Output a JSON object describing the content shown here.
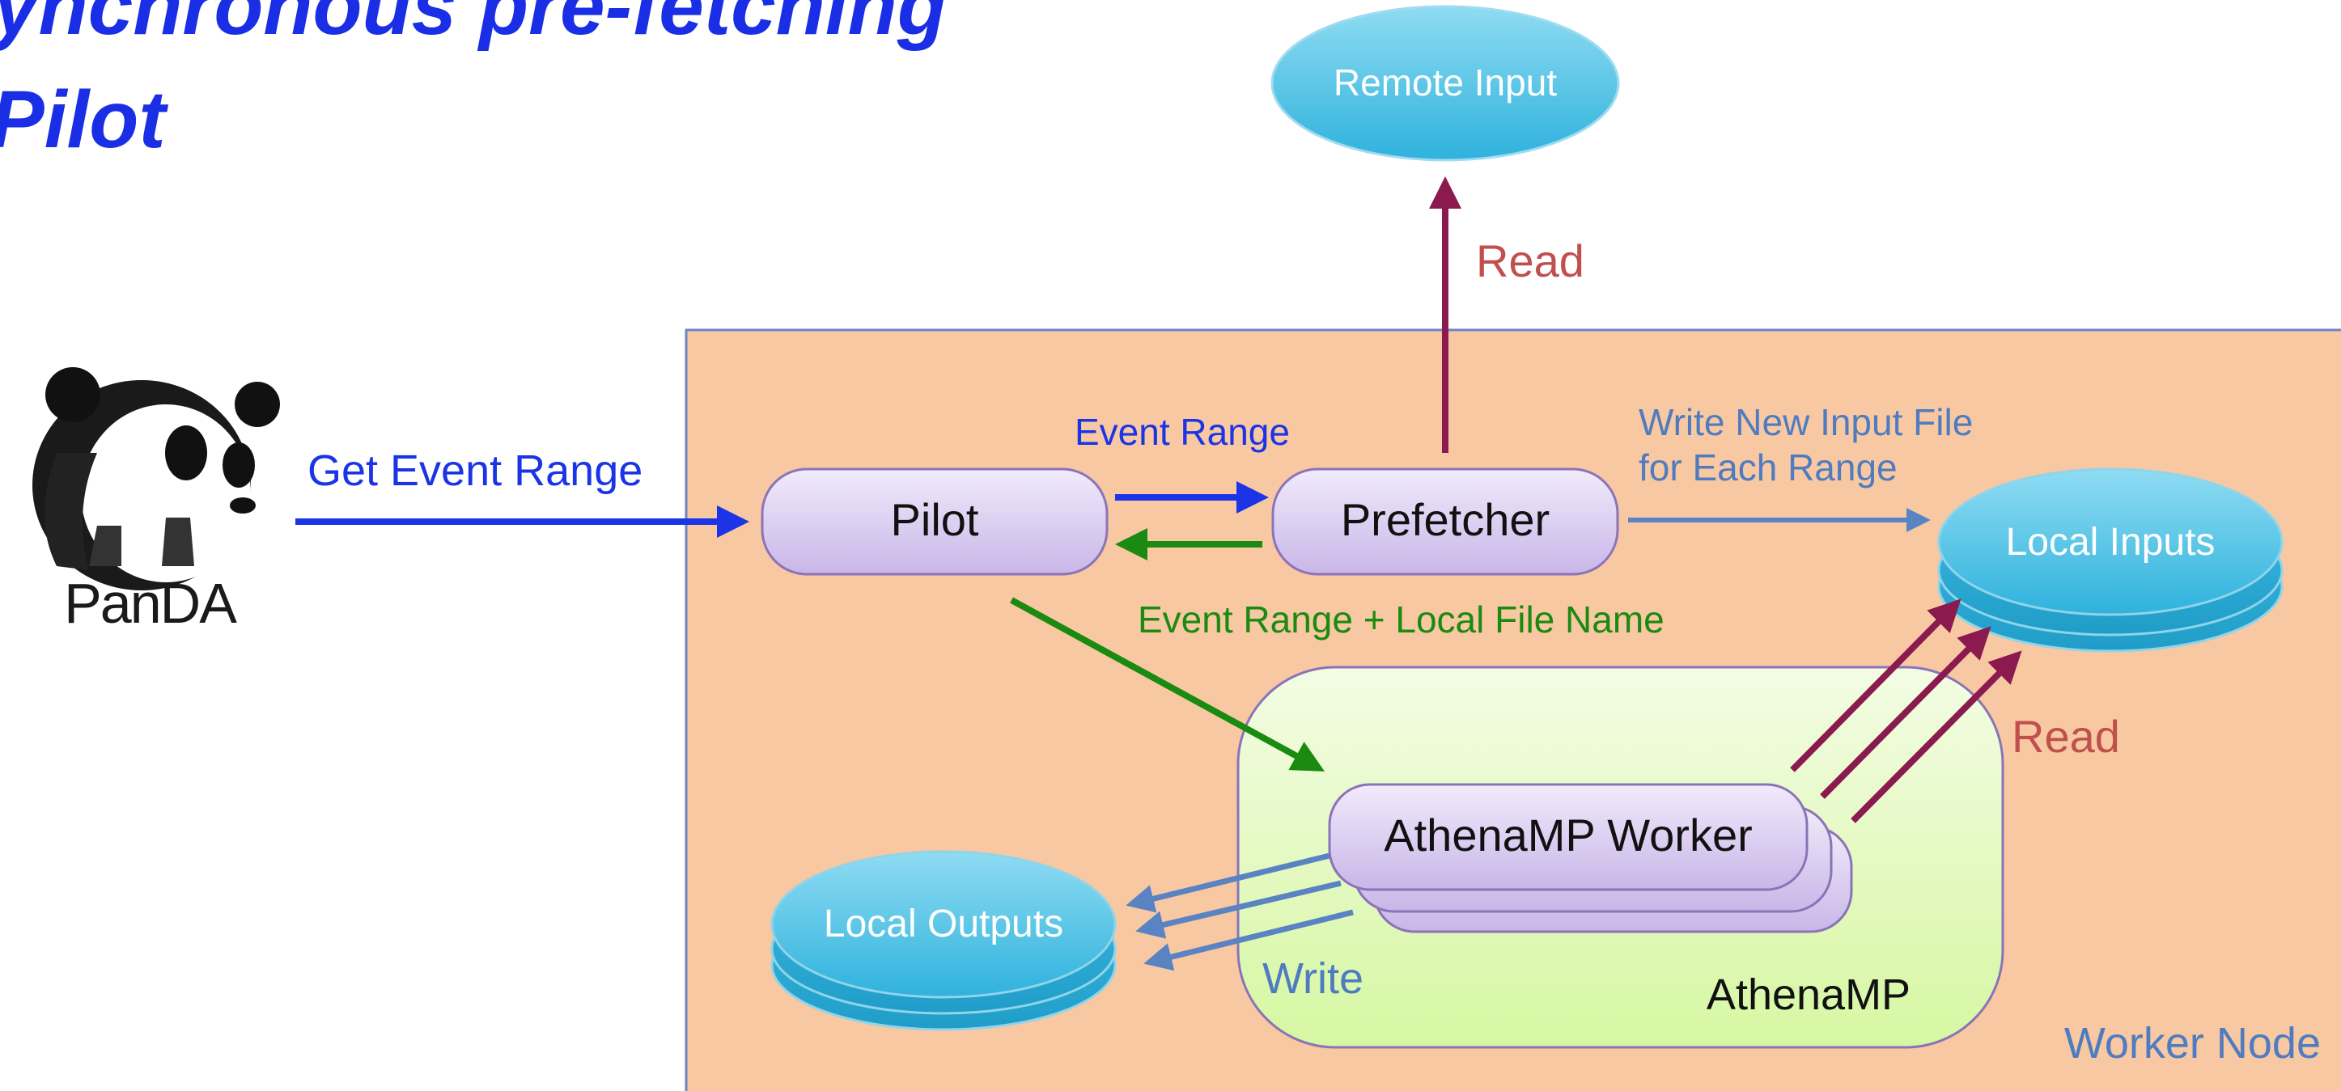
{
  "title": {
    "line1": "ynchronous pre-fetching",
    "line2": "Pilot"
  },
  "logo": {
    "text": "PanDA",
    "icon": "panda-icon"
  },
  "nodes": {
    "remote_input": "Remote Input",
    "pilot": "Pilot",
    "prefetcher": "Prefetcher",
    "local_inputs": "Local Inputs",
    "local_outputs": "Local Outputs",
    "athenamp_worker": "AthenaMP Worker",
    "athenamp": "AthenaMP",
    "worker_node": "Worker Node"
  },
  "edges": {
    "get_event_range": "Get Event Range",
    "event_range": "Event Range",
    "event_range_local_file": "Event Range + Local File Name",
    "read_remote": "Read",
    "write_new_input_line1": "Write New Input File",
    "write_new_input_line2": "for Each Range",
    "read_local": "Read",
    "write_outputs": "Write"
  },
  "colors": {
    "title_blue": "#1a2ee6",
    "worker_node_fill": "#f8c8a2",
    "worker_node_border": "#6b86c4",
    "athenamp_fill": "#e6f9b8",
    "process_fill": "#ddd0f0",
    "process_border": "#8b73b8",
    "storage_fill": "#4ec3e6",
    "arrow_blue": "#1a34e6",
    "arrow_green": "#1a8a10",
    "arrow_maroon": "#8b1a4e",
    "arrow_steel": "#5a83c4",
    "label_red": "#c0504d",
    "label_steel": "#4f7cc0"
  }
}
